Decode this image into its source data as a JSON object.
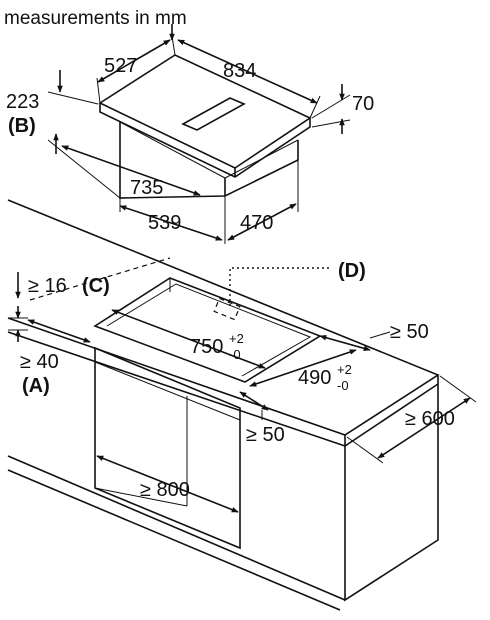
{
  "header": {
    "title": "measurements in mm"
  },
  "hob": {
    "width": "834",
    "depth": "527",
    "height_total": "223",
    "height_glass": "70",
    "body_depth": "735",
    "body_front": "539",
    "body_side": "470",
    "label_b": "(B)"
  },
  "cutout": {
    "length": "750",
    "length_tol_plus": "+2",
    "length_tol_minus": "-0",
    "width": "490",
    "width_tol_plus": "+2",
    "width_tol_minus": "-0",
    "label_d": "(D)"
  },
  "worktop": {
    "min_thickness": "≥ 16",
    "label_c": "(C)",
    "min_front": "≥ 40",
    "label_a": "(A)",
    "min_back": "≥ 50",
    "min_depth": "≥ 600"
  },
  "cabinet": {
    "min_gap": "≥ 50",
    "min_width": "≥ 800"
  }
}
